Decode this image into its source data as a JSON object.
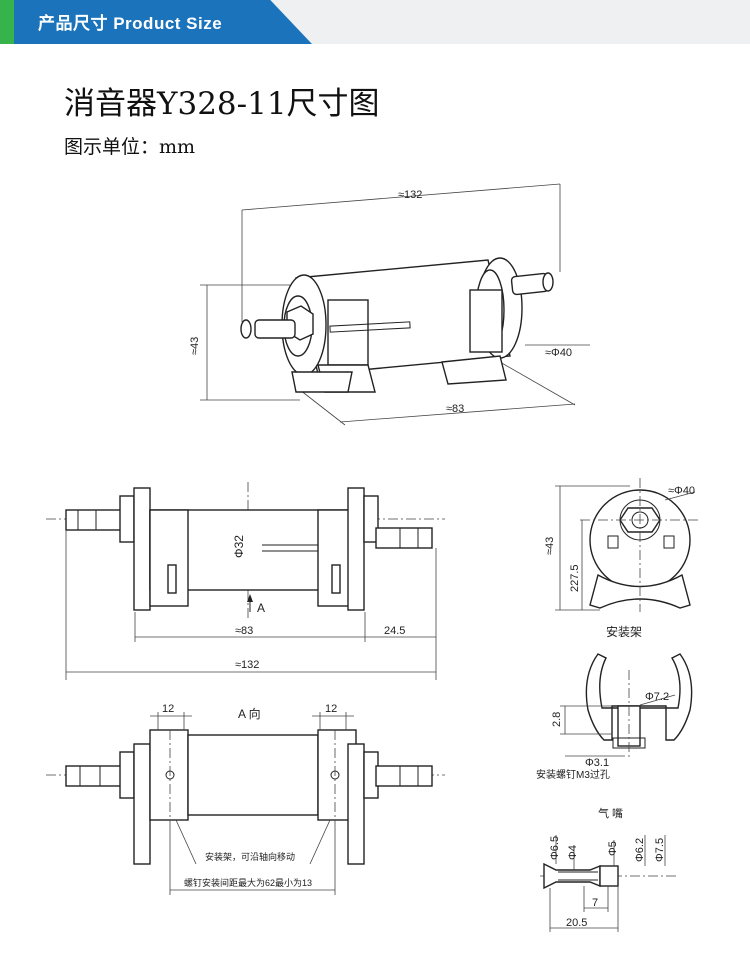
{
  "header": {
    "label": "产品尺寸 Product Size"
  },
  "title": "消音器Y328-11尺寸图",
  "unit_label": "图示单位：mm",
  "iso_view": {
    "len": "≈132",
    "height": "≈43",
    "dia": "≈Φ40",
    "body": "≈83"
  },
  "front_view": {
    "dia32": "Φ32",
    "arrow": "A",
    "body": "≈83",
    "nozzle": "24.5",
    "total": "≈132"
  },
  "side_view": {
    "dia": "≈Φ40",
    "height": "≈43",
    "center": "227.5",
    "caption": "安装架"
  },
  "a_view": {
    "title": "A 向",
    "w_left": "12",
    "w_right": "12",
    "note1": "安装架，可沿轴向移动",
    "note2": "螺钉安装间距最大为62最小为13"
  },
  "bracket": {
    "h": "2.8",
    "dia72": "Φ7.2",
    "dia31": "Φ3.1",
    "caption": "安装螺钉M3过孔"
  },
  "nozzle": {
    "title": "气 嘴",
    "d65": "Φ6.5",
    "d4": "Φ4",
    "d5": "Φ5",
    "d62": "Φ6.2",
    "d75": "Φ7.5",
    "len7": "7",
    "len205": "20.5"
  }
}
